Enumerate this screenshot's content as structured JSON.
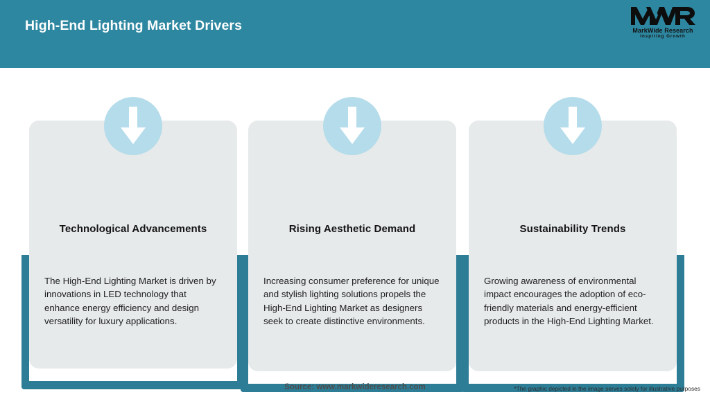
{
  "header": {
    "title": "High-End Lighting Market Drivers",
    "background_color": "#2E87A0",
    "title_color": "#FFFFFF"
  },
  "logo": {
    "mark": "MWR",
    "name": "MarkWide Research",
    "tagline": "Inspiring Growth"
  },
  "theme": {
    "accent_teal": "#2E7D96",
    "circle_blue": "#B5DCEA",
    "card_gray": "#E7EAEB",
    "page_background": "#FFFFFF"
  },
  "cards": [
    {
      "icon": "down-arrow-icon",
      "title": "Technological Advancements",
      "body": "The High-End Lighting Market is driven by innovations in LED technology that enhance energy efficiency and design versatility for luxury applications."
    },
    {
      "icon": "down-arrow-icon",
      "title": "Rising Aesthetic Demand",
      "body": "Increasing consumer preference for unique and stylish lighting solutions propels the High-End Lighting Market as designers seek to create distinctive environments."
    },
    {
      "icon": "down-arrow-icon",
      "title": "Sustainability Trends",
      "body": "Growing awareness of environmental impact encourages the adoption of eco-friendly materials and energy-efficient products in the High-End Lighting Market."
    }
  ],
  "footer": {
    "source": "Source: www.markwideresearch.com",
    "disclaimer": "*The graphic depicted in the image serves solely for illustrative purposes"
  }
}
